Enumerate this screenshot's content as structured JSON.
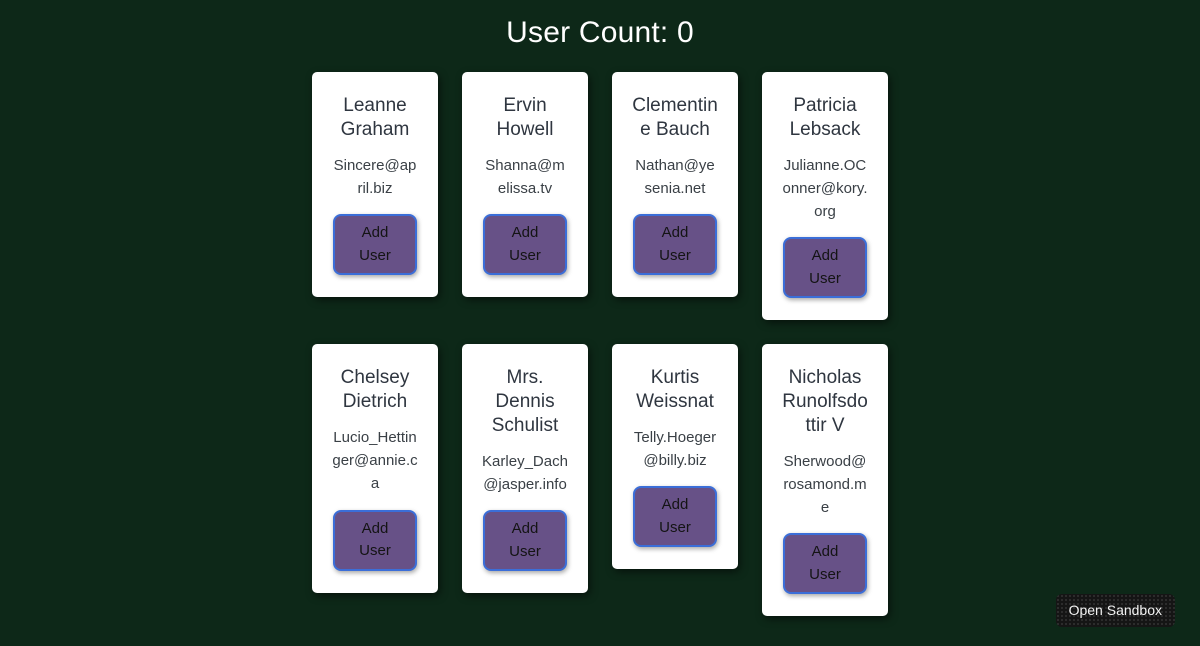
{
  "header": {
    "title": "User Count: 0",
    "count": 0
  },
  "labels": {
    "add_user": "Add User"
  },
  "cards": [
    {
      "name": "Leanne Graham",
      "email": "Sincere@april.biz"
    },
    {
      "name": "Ervin Howell",
      "email": "Shanna@melissa.tv"
    },
    {
      "name": "Clementine Bauch",
      "email": "Nathan@yesenia.net"
    },
    {
      "name": "Patricia Lebsack",
      "email": "Julianne.OConner@kory.org"
    },
    {
      "name": "Chelsey Dietrich",
      "email": "Lucio_Hettinger@annie.ca"
    },
    {
      "name": "Mrs. Dennis Schulist",
      "email": "Karley_Dach@jasper.info"
    },
    {
      "name": "Kurtis Weissnat",
      "email": "Telly.Hoeger@billy.biz"
    },
    {
      "name": "Nicholas Runolfsdottir V",
      "email": "Sherwood@rosamond.me"
    }
  ],
  "sandbox": {
    "label": "Open Sandbox"
  },
  "colors": {
    "background": "#0d2818",
    "card_background": "#ffffff",
    "button_purple": "#675187",
    "button_border_blue": "#3b6ed8",
    "heading_text": "#ffffff",
    "name_text": "#2f3640",
    "sandbox_button_background": "#151515"
  }
}
